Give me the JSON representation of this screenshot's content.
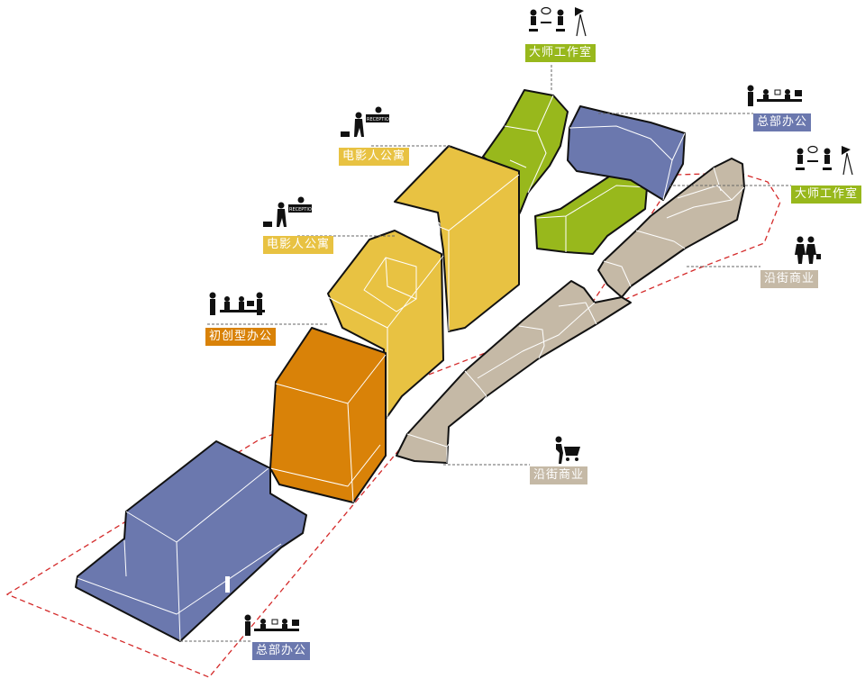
{
  "labels": {
    "master_studio_top": "大师工作室",
    "hq_office_top": "总部办公",
    "master_studio_right": "大师工作室",
    "street_commerce_right": "沿街商业",
    "film_apartment_upper": "电影人公寓",
    "film_apartment_lower": "电影人公寓",
    "startup_office": "初创型办公",
    "street_commerce_bottom": "沿街商业",
    "hq_office_bottom": "总部办公"
  },
  "reception_text": "RECEPTION",
  "colors": {
    "office_blue": "#6b78ae",
    "studio_green": "#98b81c",
    "apartment_yellow": "#e8c242",
    "startup_orange": "#d98208",
    "commerce_tan": "#c5b9a6",
    "boundary_red": "#d42a2a",
    "leader_line": "#666666"
  },
  "icons": {
    "master_studio": "meeting-with-spotlight-icon",
    "hq_office": "office-workers-icon",
    "film_apartment": "hotel-reception-icon",
    "startup_office": "team-meeting-icon",
    "street_commerce_shoppers": "shoppers-icon",
    "street_commerce_cart": "shopping-cart-icon"
  }
}
